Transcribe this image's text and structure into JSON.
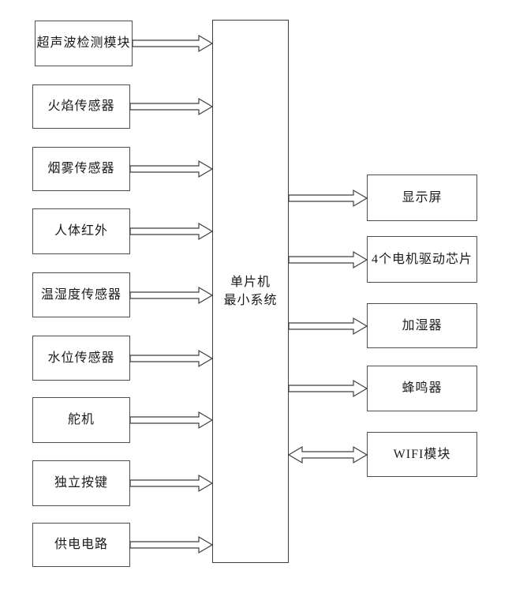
{
  "diagram": {
    "center_node": {
      "id": "mcu",
      "label_line1": "单片机",
      "label_line2": "最小系统"
    },
    "left_modules": [
      {
        "id": "ultrasonic",
        "label": "超声波检测模块"
      },
      {
        "id": "flame_sensor",
        "label": "火焰传感器"
      },
      {
        "id": "smoke_sensor",
        "label": "烟雾传感器"
      },
      {
        "id": "human_infrared",
        "label": "人体红外"
      },
      {
        "id": "temp_humidity",
        "label": "温湿度传感器"
      },
      {
        "id": "water_level",
        "label": "水位传感器"
      },
      {
        "id": "servo",
        "label": "舵机"
      },
      {
        "id": "independent_key",
        "label": "独立按键"
      },
      {
        "id": "power_circuit",
        "label": "供电电路"
      }
    ],
    "right_modules": [
      {
        "id": "display",
        "label": "显示屏"
      },
      {
        "id": "motor_driver",
        "label": "4个电机驱动芯片"
      },
      {
        "id": "humidifier",
        "label": "加湿器"
      },
      {
        "id": "buzzer",
        "label": "蜂鸣器"
      },
      {
        "id": "wifi",
        "label": "WIFI模块"
      }
    ],
    "connections": [
      {
        "from": "ultrasonic",
        "to": "mcu",
        "bidirectional": false
      },
      {
        "from": "flame_sensor",
        "to": "mcu",
        "bidirectional": false
      },
      {
        "from": "smoke_sensor",
        "to": "mcu",
        "bidirectional": false
      },
      {
        "from": "human_infrared",
        "to": "mcu",
        "bidirectional": false
      },
      {
        "from": "temp_humidity",
        "to": "mcu",
        "bidirectional": false
      },
      {
        "from": "water_level",
        "to": "mcu",
        "bidirectional": false
      },
      {
        "from": "servo",
        "to": "mcu",
        "bidirectional": false
      },
      {
        "from": "independent_key",
        "to": "mcu",
        "bidirectional": false
      },
      {
        "from": "power_circuit",
        "to": "mcu",
        "bidirectional": false
      },
      {
        "from": "mcu",
        "to": "display",
        "bidirectional": false
      },
      {
        "from": "mcu",
        "to": "motor_driver",
        "bidirectional": false
      },
      {
        "from": "mcu",
        "to": "humidifier",
        "bidirectional": false
      },
      {
        "from": "mcu",
        "to": "buzzer",
        "bidirectional": false
      },
      {
        "from": "mcu",
        "to": "wifi",
        "bidirectional": true
      }
    ],
    "colors": {
      "background": "#ffffff",
      "box_border": "#4d4d4d",
      "arrow_outline": "#3f3f3f",
      "text": "#1a1a1a"
    }
  }
}
